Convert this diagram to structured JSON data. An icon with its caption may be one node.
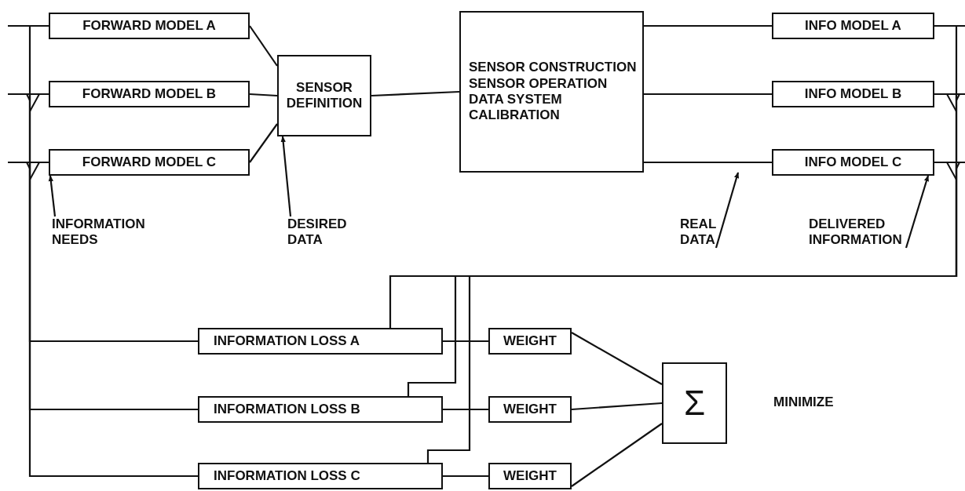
{
  "diagram": {
    "nodes": [
      {
        "text": [
          "FORWARD MODEL A"
        ]
      },
      {
        "text": [
          "FORWARD MODEL B"
        ]
      },
      {
        "text": [
          "FORWARD MODEL C"
        ]
      },
      {
        "text": [
          "SENSOR DEFINITION"
        ]
      },
      {
        "text": [
          "SENSOR CONSTRUCTION",
          "SENSOR OPERATION",
          "DATA SYSTEM",
          "CALIBRATION"
        ]
      },
      {
        "text": [
          "INFO MODEL A"
        ]
      },
      {
        "text": [
          "INFO MODEL B"
        ]
      },
      {
        "text": [
          "INFO MODEL C"
        ]
      },
      {
        "text": [
          "INFORMATION NEEDS"
        ]
      },
      {
        "text": [
          "DESIRED DATA"
        ]
      },
      {
        "text": [
          "REAL DATA"
        ]
      },
      {
        "text": [
          "DELIVERED INFORMATION"
        ]
      },
      {
        "text": [
          "INFORMATION LOSS A"
        ]
      },
      {
        "text": [
          "INFORMATION LOSS B"
        ]
      },
      {
        "text": [
          "INFORMATION LOSS C"
        ]
      },
      {
        "text": [
          "WEIGHT"
        ]
      },
      {
        "text": [
          "WEIGHT"
        ]
      },
      {
        "text": [
          "WEIGHT"
        ]
      },
      {
        "text": [
          "Σ"
        ]
      }
    ],
    "edges": [
      {
        "from": null,
        "to": 0,
        "arrow": "none"
      },
      {
        "from": null,
        "to": 1,
        "arrow": "none"
      },
      {
        "from": null,
        "to": 2,
        "arrow": "none"
      },
      {
        "from": 0,
        "to": 3,
        "arrow": "none"
      },
      {
        "from": 1,
        "to": 3,
        "arrow": "none"
      },
      {
        "from": 2,
        "to": 3,
        "arrow": "none"
      },
      {
        "from": 3,
        "to": 4,
        "arrow": "none"
      },
      {
        "from": 4,
        "to": 5,
        "arrow": "none"
      },
      {
        "from": 4,
        "to": 6,
        "arrow": "none"
      },
      {
        "from": 4,
        "to": 7,
        "arrow": "none"
      },
      {
        "from": 5,
        "to": null,
        "arrow": "none"
      },
      {
        "from": 6,
        "to": null,
        "arrow": "none"
      },
      {
        "from": 7,
        "to": null,
        "arrow": "none"
      },
      {
        "from": 0,
        "to": 12,
        "arrow": "none"
      },
      {
        "from": 1,
        "to": 13,
        "arrow": "none"
      },
      {
        "from": 2,
        "to": 14,
        "arrow": "none"
      },
      {
        "from": 5,
        "to": 12,
        "arrow": "none"
      },
      {
        "from": 6,
        "to": 13,
        "arrow": "none"
      },
      {
        "from": 7,
        "to": 14,
        "arrow": "none"
      },
      {
        "from": 12,
        "to": 15,
        "arrow": "none"
      },
      {
        "from": 13,
        "to": 16,
        "arrow": "none"
      },
      {
        "from": 14,
        "to": 17,
        "arrow": "none"
      },
      {
        "from": 15,
        "to": 18,
        "arrow": "none"
      },
      {
        "from": 16,
        "to": 18,
        "arrow": "none"
      },
      {
        "from": 17,
        "to": 18,
        "arrow": "none"
      },
      {
        "from": 8,
        "to": 2,
        "arrow": "to"
      },
      {
        "from": 9,
        "to": 3,
        "arrow": "to"
      },
      {
        "from": 10,
        "to": null,
        "arrow": "to"
      },
      {
        "from": 11,
        "to": 7,
        "arrow": "to"
      }
    ],
    "labels": [
      "MINIMIZE"
    ]
  }
}
